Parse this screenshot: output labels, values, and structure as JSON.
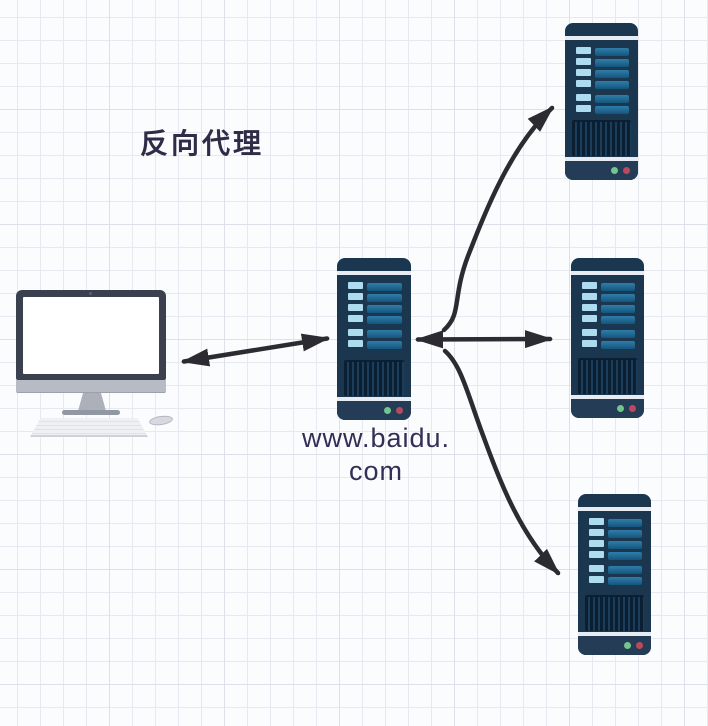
{
  "title": "反向代理",
  "proxy_label": {
    "line1": "www.baidu.",
    "line2": "com"
  },
  "nodes": {
    "client": "client-computer",
    "proxy": "proxy-server",
    "backends": [
      "backend-server-1",
      "backend-server-2",
      "backend-server-3"
    ]
  },
  "colors": {
    "background": "#fbfcfe",
    "grid_line": "#e6e9f0",
    "grid_line_major": "#dce0e9",
    "title_text": "#2e2c47",
    "label_text": "#312f55",
    "arrow": "#2b2b31",
    "server_body": "#1b3750",
    "server_stripe": "#e7ecf2",
    "server_base": "#243c56",
    "slot_bar_top": "#2f7ea9",
    "slot_bar_bottom": "#14567e",
    "slot_chip": "#addcf0",
    "vent_dark": "#0a1f31",
    "vent_light": "#1d3e5b",
    "led_green": "#74c48e",
    "led_red": "#b84a5f",
    "monitor_bezel": "#3b404f",
    "monitor_chin": "#b7bbc4",
    "monitor_screen": "#ffffff"
  }
}
